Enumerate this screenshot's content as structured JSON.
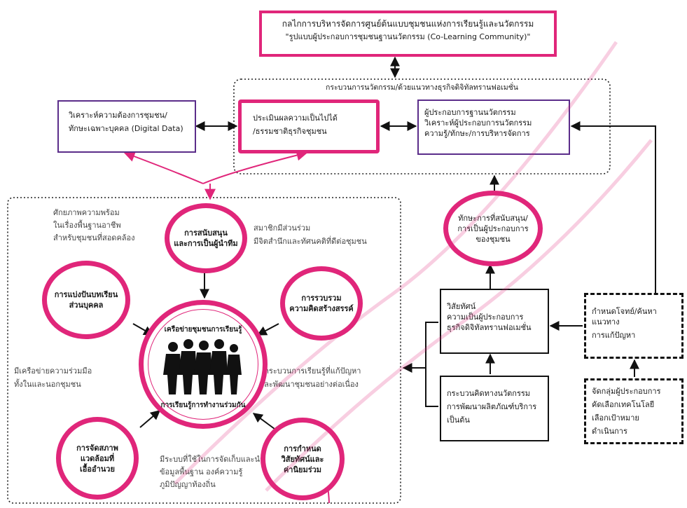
{
  "top_box": {
    "line1": "กลไกการบริหารจัดการศูนย์ต้นแบบชุมชนแห่งการเรียนรู้และนวัตกรรม",
    "line2": "\"รูปแบบผู้ประกอบการชุมชนฐานนวัตกรรม (Co-Learning Community)\""
  },
  "process_group": {
    "title": "กระบวนการนวัตกรรม/ด้วยแนวทางธุรกิจดิจิทัลทรานฟอเมชั่น"
  },
  "left_box": {
    "line1": "วิเคราะห์ความต้องการชุมชน/",
    "line2": "ทักษะเฉพาะบุคคล (Digital Data)"
  },
  "evaluate_box": {
    "line1": "ประเมินผลความเป็นไปได้",
    "line2": "/ธรรมชาติธุรกิจชุมชน"
  },
  "entrepreneur_box": {
    "line1": "ผู้ประกอบการฐานนวัตกรรม",
    "line2": "วิเคราะห์ผู้ประกอบการนวัตกรรม",
    "line3": "ความรู้/ทักษะ/การบริหารจัดการ"
  },
  "skills_circle": {
    "line1": "ทักษะการที่สนับสนุน/",
    "line2": "การเป็นผู้ประกอบการ",
    "line3": "ของชุมชน"
  },
  "vision_box": {
    "line1": "วิสัยทัศน์",
    "line2": "ความเป็นผู้ประกอบการ",
    "line3": "ธุรกิจดิจิทัลทรานฟอเมชั่น"
  },
  "goal_box": {
    "line1": "กำหนดโจทย์/ค้นหาแนวทาง",
    "line2": "การแก้ปัญหา"
  },
  "innovation_box": {
    "line1": "กระบวนคิดทางนวัตกรรม",
    "line2": "การพัฒนาผลิตภัณฑ์บริการ",
    "line3": "เป็นต้น"
  },
  "group_box": {
    "line1": "จัดกลุ่มผู้ประกอบการ",
    "line2": "คัดเลือกเทคโนโลยี",
    "line3": "เลือกเป้าหมาย",
    "line4": "ดำเนินการ"
  },
  "network": {
    "center_top": "เครือข่ายชุมชนการเรียนรู้",
    "center_bottom": "การเรียนรู้การทำงานร่วมกัน",
    "c_support": {
      "line1": "การสนับสนุน",
      "line2": "และการเป็นผู้นำทีม"
    },
    "c_share": {
      "line1": "การแบ่งปันบทเรียน",
      "line2": "ส่วนบุคคล"
    },
    "c_collect": {
      "line1": "การรวบรวม",
      "line2": "ความคิดสร้างสรรค์"
    },
    "c_environment": {
      "line1": "การจัดสภาพ",
      "line2": "แวดล้อมที่",
      "line3": "เอื้ออำนวย"
    },
    "c_vision": {
      "line1": "การกำหนด",
      "line2": "วิสัยทัศน์และ",
      "line3": "ค่านิยมร่วม"
    },
    "note_potential": {
      "line1": "ศักยภาพความพร้อม",
      "line2": "ในเรื่องพื้นฐานอาชีพ",
      "line3": "สำหรับชุมชนที่สอดคล้อง"
    },
    "note_member": {
      "line1": "สมาชิกมีส่วนร่วม",
      "line2": "มีจิตสำนึกและทัศนคติที่ดีต่อชุมชน"
    },
    "note_cooperation": {
      "line1": "มีเครือข่ายความร่วมมือ",
      "line2": "ทั้งในและนอกชุมชน"
    },
    "note_process": {
      "line1": "มีกระบวนการเรียนรู้ที่แก้ปัญหา",
      "line2": "และพัฒนาชุมชนอย่างต่อเนื่อง"
    },
    "note_system": {
      "line1": "มีระบบที่ใช้ในการจัดเก็บและนำ",
      "line2": "ข้อมูลพื้นฐาน องค์ความรู้",
      "line3": "ภูมิปัญญาท้องถิ่น"
    }
  },
  "colors": {
    "accent": "#e0267a",
    "purple": "#5b2d8a",
    "line": "#111111"
  }
}
